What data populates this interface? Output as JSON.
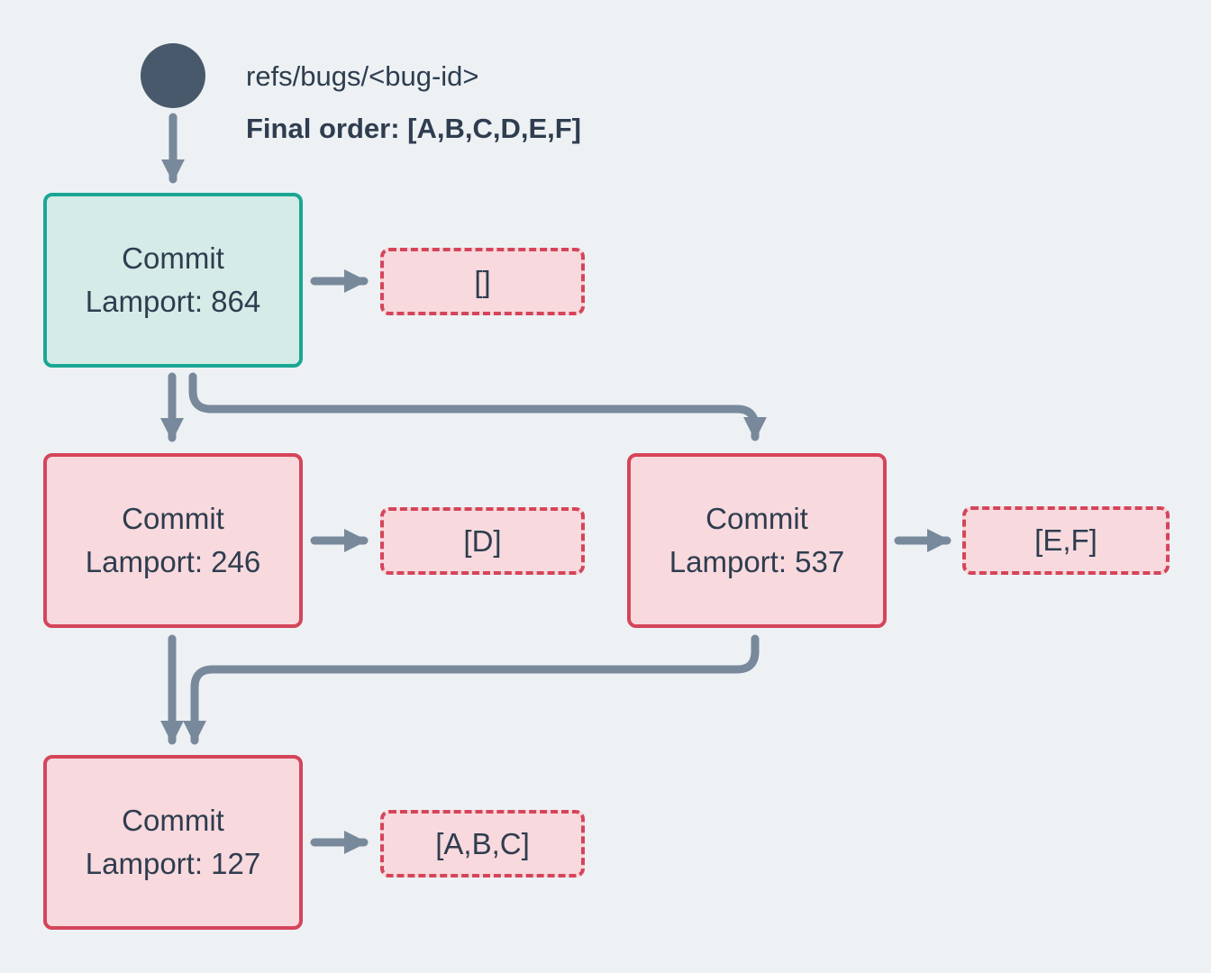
{
  "header": {
    "ref": "refs/bugs/<bug-id>",
    "final_order": "Final order: [A,B,C,D,E,F]"
  },
  "nodes": [
    {
      "id": "commit-864",
      "title": "Commit",
      "lamport": "Lamport: 864",
      "operations": "[]",
      "state": "head"
    },
    {
      "id": "commit-246",
      "title": "Commit",
      "lamport": "Lamport: 246",
      "operations": "[D]",
      "state": "normal"
    },
    {
      "id": "commit-537",
      "title": "Commit",
      "lamport": "Lamport: 537",
      "operations": "[E,F]",
      "state": "normal"
    },
    {
      "id": "commit-127",
      "title": "Commit",
      "lamport": "Lamport: 127",
      "operations": "[A,B,C]",
      "state": "normal"
    }
  ],
  "edges": [
    {
      "from": "ref",
      "to": "commit-864"
    },
    {
      "from": "commit-864",
      "to": "ops-864"
    },
    {
      "from": "commit-864",
      "to": "commit-246"
    },
    {
      "from": "commit-864",
      "to": "commit-537"
    },
    {
      "from": "commit-246",
      "to": "ops-246"
    },
    {
      "from": "commit-537",
      "to": "ops-537"
    },
    {
      "from": "commit-246",
      "to": "commit-127"
    },
    {
      "from": "commit-537",
      "to": "commit-127"
    },
    {
      "from": "commit-127",
      "to": "ops-127"
    }
  ],
  "colors": {
    "background": "#edf1f4",
    "head_commit_border": "#19a794",
    "head_commit_fill": "#d4ebe7",
    "commit_border": "#d5455a",
    "commit_fill": "#f8d9dd",
    "arrow": "#78899b",
    "ref_node": "#48596b",
    "text": "#2e3d4f"
  }
}
